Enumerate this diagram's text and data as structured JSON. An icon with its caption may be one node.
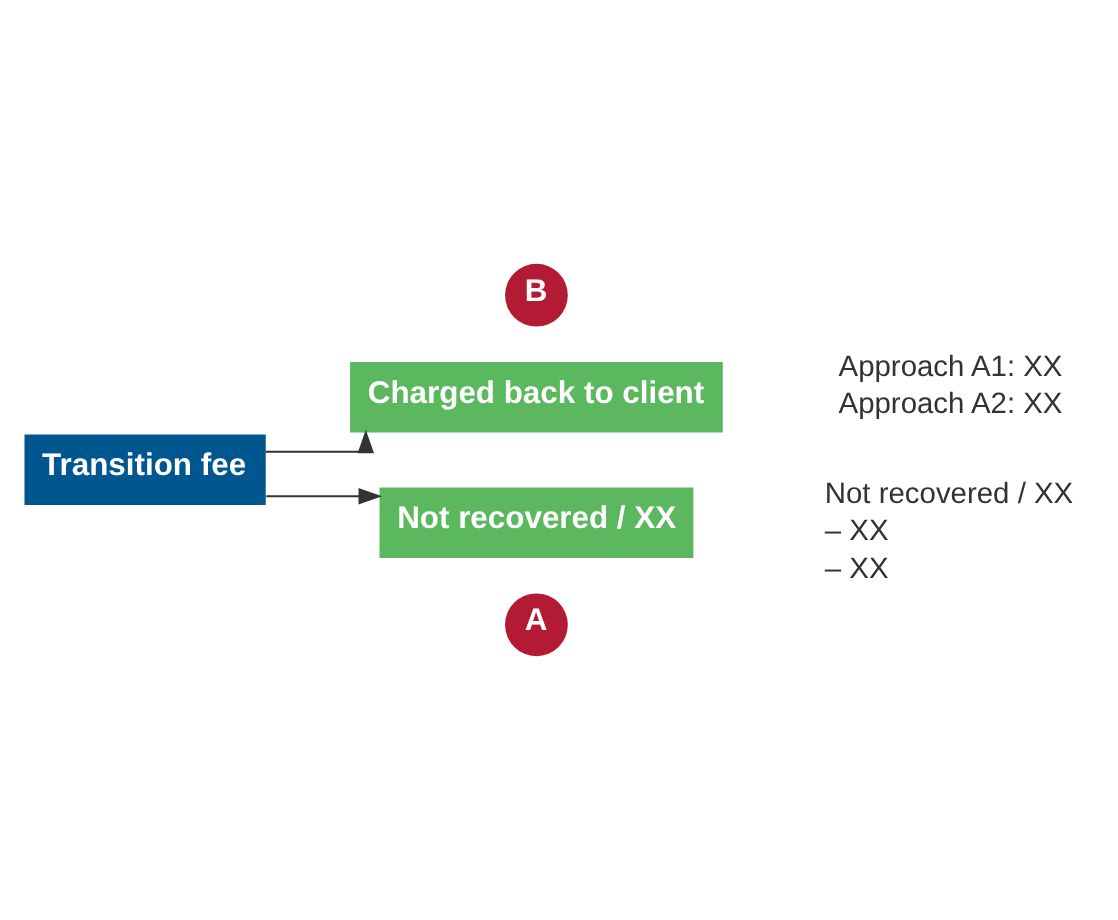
{
  "diagram": {
    "nodes": [
      {
        "text": [
          "A"
        ]
      },
      {
        "text": [
          "Charged back to client"
        ],
        "beside": [
          "Approach A1: XX",
          "Approach A2: XX"
        ]
      },
      {
        "text": [
          "Transition fee"
        ]
      },
      {
        "text": [
          "B"
        ]
      },
      {
        "text": [
          "Not recovered / XX"
        ],
        "beside": [
          "Not recovered / XX",
          "– XX",
          "– XX"
        ]
      }
    ],
    "edges": [
      {
        "from": 2,
        "to": 1,
        "arrow": "to"
      },
      {
        "from": 2,
        "to": 4,
        "arrow": "to"
      }
    ]
  }
}
